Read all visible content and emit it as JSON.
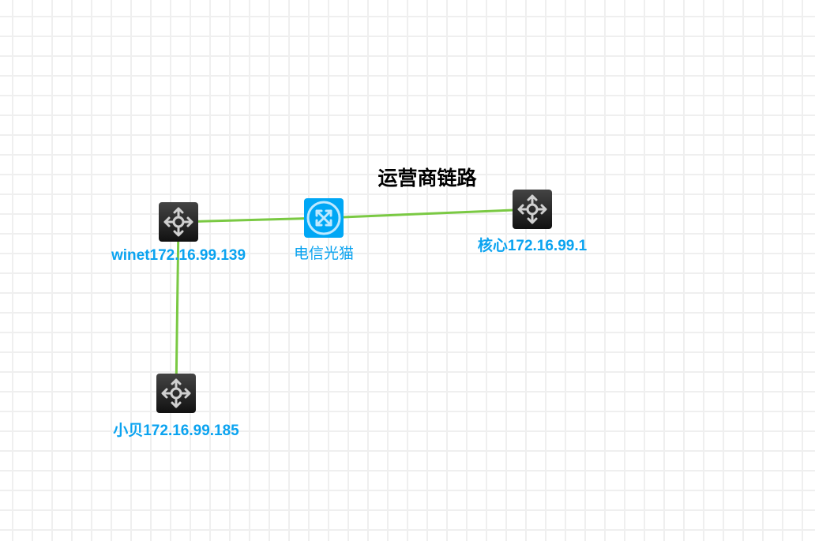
{
  "title": "运营商链路",
  "link_color": "#7ac943",
  "nodes": {
    "winet": {
      "label": "winet172.16.99.139",
      "icon": "router-icon"
    },
    "modem": {
      "label": "电信光猫",
      "icon": "switch-icon"
    },
    "core": {
      "label": "核心172.16.99.1",
      "icon": "router-icon"
    },
    "xiaobei": {
      "label": "小贝172.16.99.185",
      "icon": "router-icon"
    }
  },
  "links": [
    [
      "winet",
      "modem"
    ],
    [
      "modem",
      "core"
    ],
    [
      "winet",
      "xiaobei"
    ]
  ]
}
